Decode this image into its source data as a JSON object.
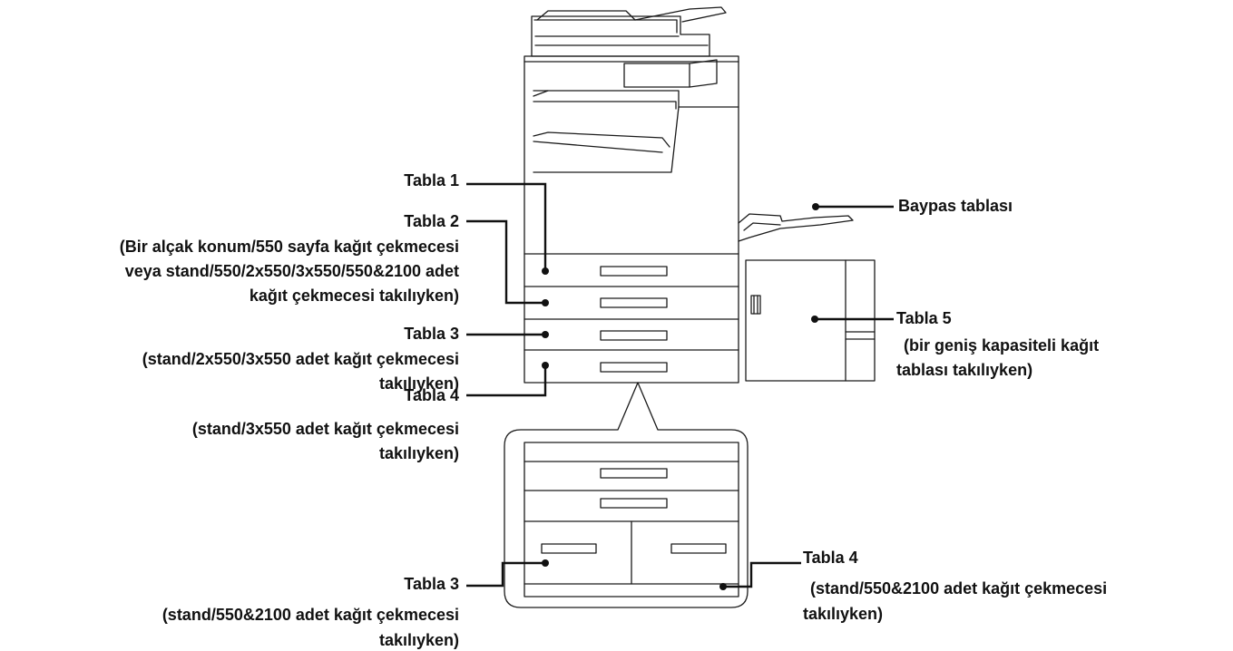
{
  "labels": {
    "tray1": {
      "title": "Tabla 1"
    },
    "tray2": {
      "title": "Tabla 2",
      "note": [
        "(Bir alçak konum/550 sayfa kağıt çekmecesi",
        "veya stand/550/2x550/3x550/550&2100 adet",
        "kağıt çekmecesi takılıyken)"
      ]
    },
    "tray3": {
      "title": "Tabla 3",
      "note": [
        "(stand/2x550/3x550 adet kağıt çekmecesi",
        "takılıyken)"
      ]
    },
    "tray4": {
      "title": "Tabla 4",
      "note": [
        "(stand/3x550 adet kağıt çekmecesi",
        "takılıyken)"
      ]
    },
    "bypass": {
      "title": "Baypas tablası"
    },
    "tray5": {
      "title": "Tabla 5",
      "note": [
        "(bir geniş kapasiteli kağıt",
        "tablası takılıyken)"
      ]
    },
    "tray3_alt": {
      "title": "Tabla 3",
      "note": [
        "(stand/550&2100 adet kağıt çekmecesi",
        "takılıyken)"
      ]
    },
    "tray4_alt": {
      "title": "Tabla 4",
      "note": [
        "(stand/550&2100 adet kağıt çekmecesi",
        "takılıyken)"
      ]
    }
  },
  "colors": {
    "line": "#1a1a1a",
    "body": "#ffffff"
  }
}
